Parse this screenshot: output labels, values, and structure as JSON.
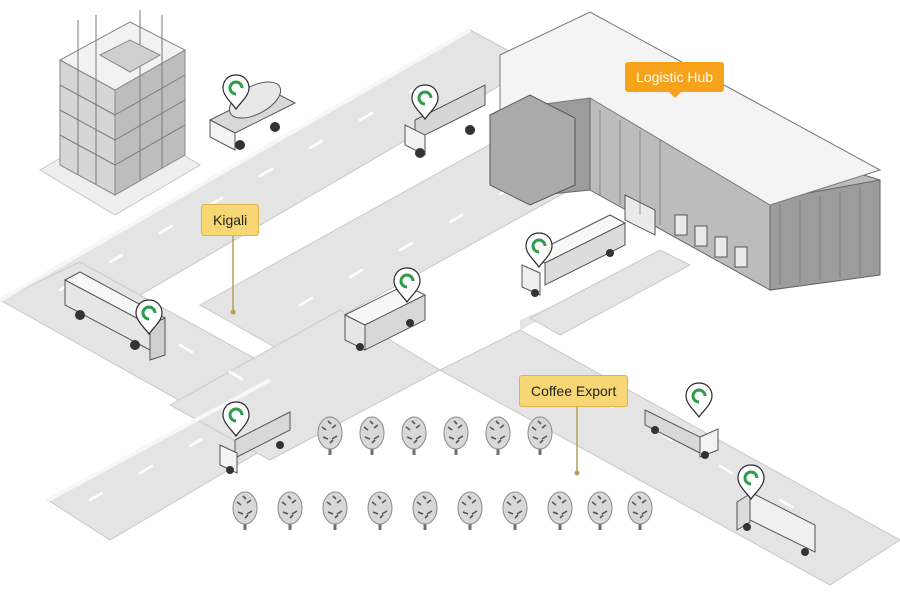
{
  "labels": {
    "logistic_hub": "Logistic Hub",
    "kigali": "Kigali",
    "coffee_export": "Coffee Export"
  },
  "colors": {
    "road": "#e4e4e4",
    "road_edge": "#c9c9c9",
    "curb": "#f7f7f7",
    "lane_mark": "#ffffff",
    "pin_green": "#2e9d4a",
    "label_yellow": "#f7d774",
    "label_orange": "#f7a21b"
  },
  "icons": [
    "location-pin-icon",
    "truck-icon",
    "building-icon",
    "warehouse-icon",
    "tree-icon"
  ]
}
